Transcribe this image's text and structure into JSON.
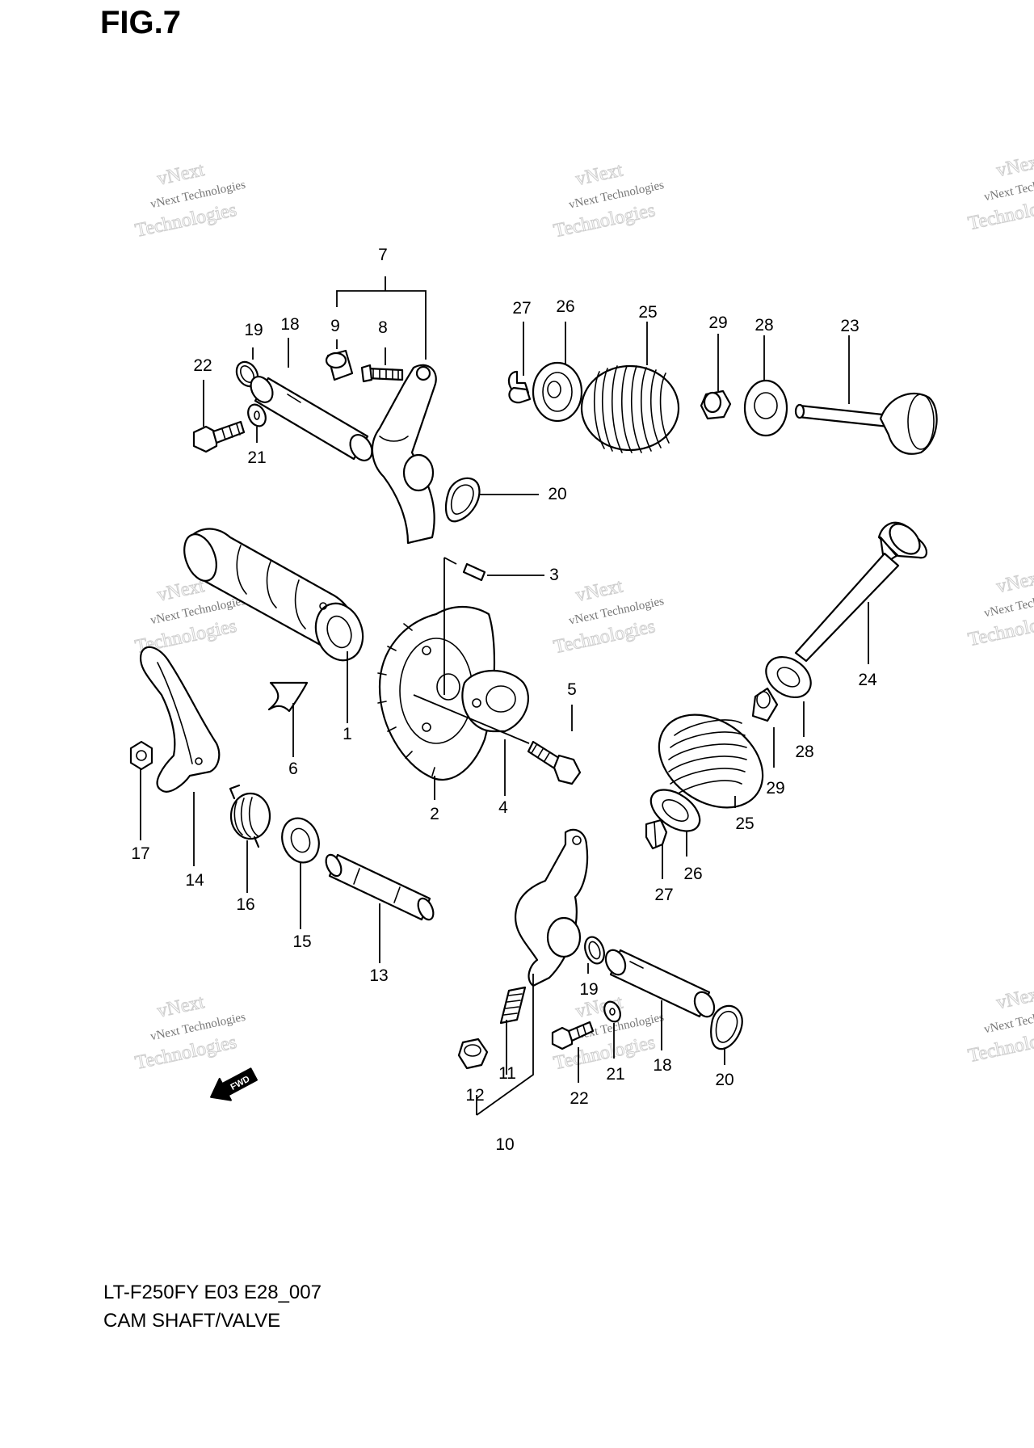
{
  "figure": {
    "title": "FIG.7",
    "model_code": "LT-F250FY E03 E28_007",
    "section_name": "CAM SHAFT/VALVE",
    "fwd_label": "FWD"
  },
  "watermark": {
    "line1": "vNext Technologies",
    "line2": "vNext",
    "line3": "Technologies"
  },
  "part_labels": {
    "p1": "1",
    "p2": "2",
    "p3": "3",
    "p4": "4",
    "p5": "5",
    "p6": "6",
    "p7": "7",
    "p8": "8",
    "p9": "9",
    "p10": "10",
    "p11": "11",
    "p12": "12",
    "p13": "13",
    "p14": "14",
    "p15": "15",
    "p16": "16",
    "p17": "17",
    "p18a": "18",
    "p18b": "18",
    "p19a": "19",
    "p19b": "19",
    "p20a": "20",
    "p20b": "20",
    "p21a": "21",
    "p21b": "21",
    "p22a": "22",
    "p22b": "22",
    "p23": "23",
    "p24": "24",
    "p25a": "25",
    "p25b": "25",
    "p26a": "26",
    "p26b": "26",
    "p27a": "27",
    "p27b": "27",
    "p28a": "28",
    "p28b": "28",
    "p29a": "29",
    "p29b": "29"
  }
}
